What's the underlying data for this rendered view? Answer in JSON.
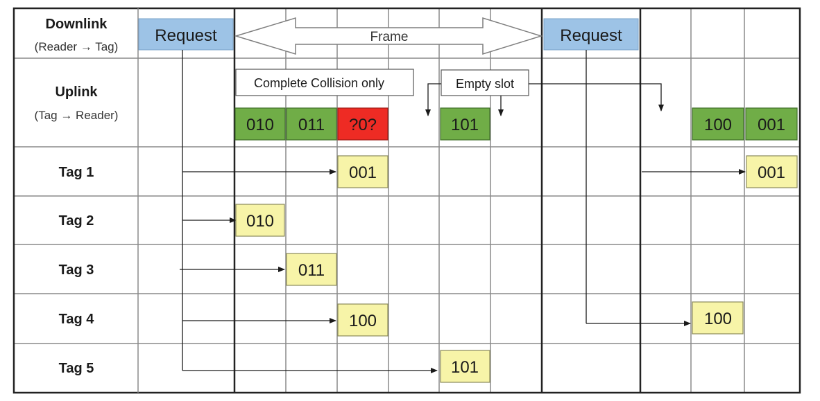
{
  "rows": {
    "downlink": {
      "title": "Downlink",
      "sub": "(Reader → Tag)"
    },
    "uplink": {
      "title": "Uplink",
      "sub": "(Tag → Reader)"
    },
    "tags": [
      "Tag 1",
      "Tag 2",
      "Tag 3",
      "Tag 4",
      "Tag 5"
    ]
  },
  "downlink": {
    "request1": "Request",
    "request2": "Request",
    "frame": "Frame"
  },
  "uplink": {
    "slots1": [
      "010",
      "011",
      "?0?",
      "101"
    ],
    "slots2": [
      "100",
      "001"
    ],
    "annotation_collision": "Complete Collision only",
    "annotation_empty": "Empty slot"
  },
  "tag_responses": {
    "tag1": [
      "001",
      "001"
    ],
    "tag2": "010",
    "tag3": "011",
    "tag4": [
      "100",
      "100"
    ],
    "tag5": "101"
  },
  "colors": {
    "request": "#9dc3e6",
    "slot_ok": "#70ad47",
    "slot_collision": "#ee2b24",
    "tag_response": "#f7f4a8",
    "grid": "#7f7f7f",
    "border": "#1f1f1f"
  }
}
